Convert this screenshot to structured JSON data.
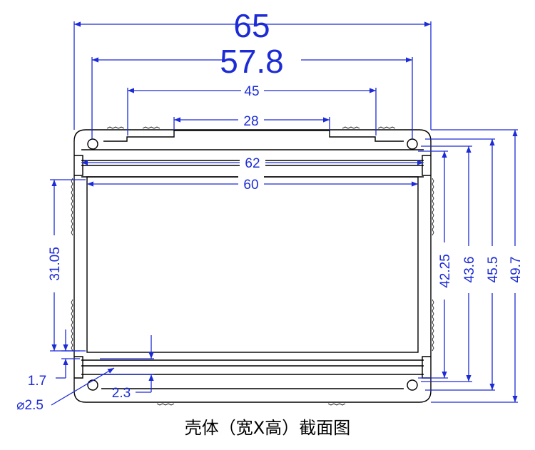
{
  "dimensions": {
    "overall_width": "65",
    "inner_slot_width": "57.8",
    "top_opening_45": "45",
    "top_opening_28": "28",
    "inner_width_62": "62",
    "inner_width_60": "60",
    "side_slot_height": "31.05",
    "height_42_25": "42.25",
    "height_43_6": "43.6",
    "height_45_5": "45.5",
    "height_49_7": "49.7",
    "wall_1_7": "1.7",
    "hole_diameter": "⌀2.5",
    "gap_2_3": "2.3"
  },
  "caption": "壳体（宽X高）截面图",
  "colors": {
    "dimension": "#1c2bd6",
    "outline": "#000000",
    "profile_fill": "#ffffff"
  }
}
